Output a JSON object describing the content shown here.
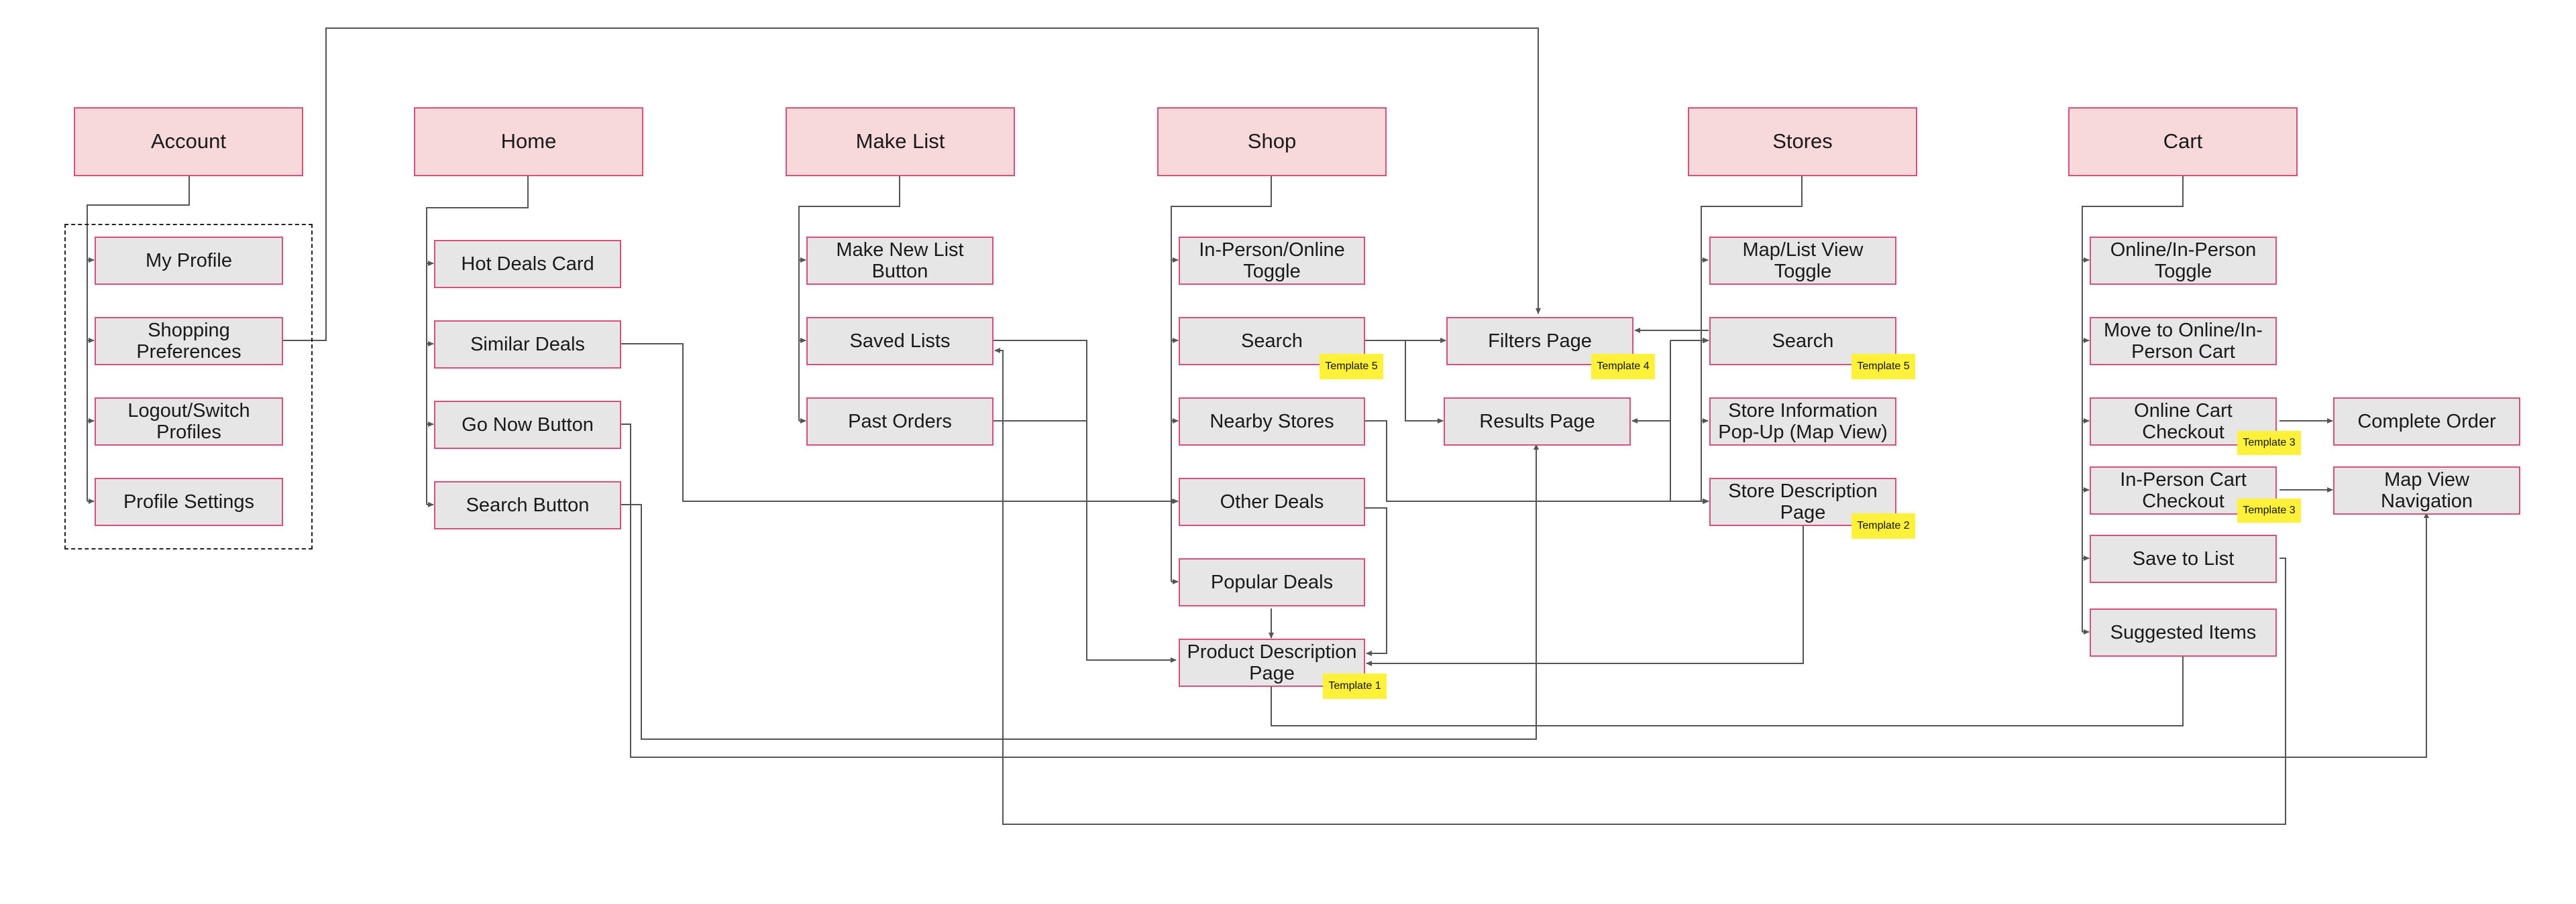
{
  "columns": {
    "account": {
      "header": "Account",
      "items": [
        "My Profile",
        "Shopping Preferences",
        "Logout/Switch Profiles",
        "Profile Settings"
      ]
    },
    "home": {
      "header": "Home",
      "items": [
        "Hot Deals Card",
        "Similar Deals",
        "Go Now Button",
        "Search Button"
      ]
    },
    "make_list": {
      "header": "Make List",
      "items": [
        "Make New List Button",
        "Saved Lists",
        "Past Orders"
      ]
    },
    "shop": {
      "header": "Shop",
      "items": [
        "In-Person/Online Toggle",
        "Search",
        "Nearby Stores",
        "Other Deals",
        "Popular Deals",
        "Product Description Page"
      ]
    },
    "shop_side": {
      "items": [
        "Filters Page",
        "Results Page"
      ]
    },
    "stores": {
      "header": "Stores",
      "items": [
        "Map/List View Toggle",
        "Search",
        "Store Information Pop-Up (Map View)",
        "Store Description Page"
      ]
    },
    "cart": {
      "header": "Cart",
      "items": [
        "Online/In-Person Toggle",
        "Move to Online/In-Person Cart",
        "Online Cart Checkout",
        "In-Person Cart Checkout",
        "Save to List",
        "Suggested Items"
      ]
    },
    "cart_side": {
      "items": [
        "Complete Order",
        "Map View Navigation"
      ]
    }
  },
  "tags": {
    "template1": "Template 1",
    "template2": "Template 2",
    "template3": "Template 3",
    "template4": "Template 4",
    "template5": "Template 5"
  },
  "colors": {
    "header_fill": "#f7d9dc",
    "node_fill": "#e6e6e6",
    "node_border": "#d6507a",
    "tag_fill": "#fff03a",
    "connector": "#555555"
  }
}
